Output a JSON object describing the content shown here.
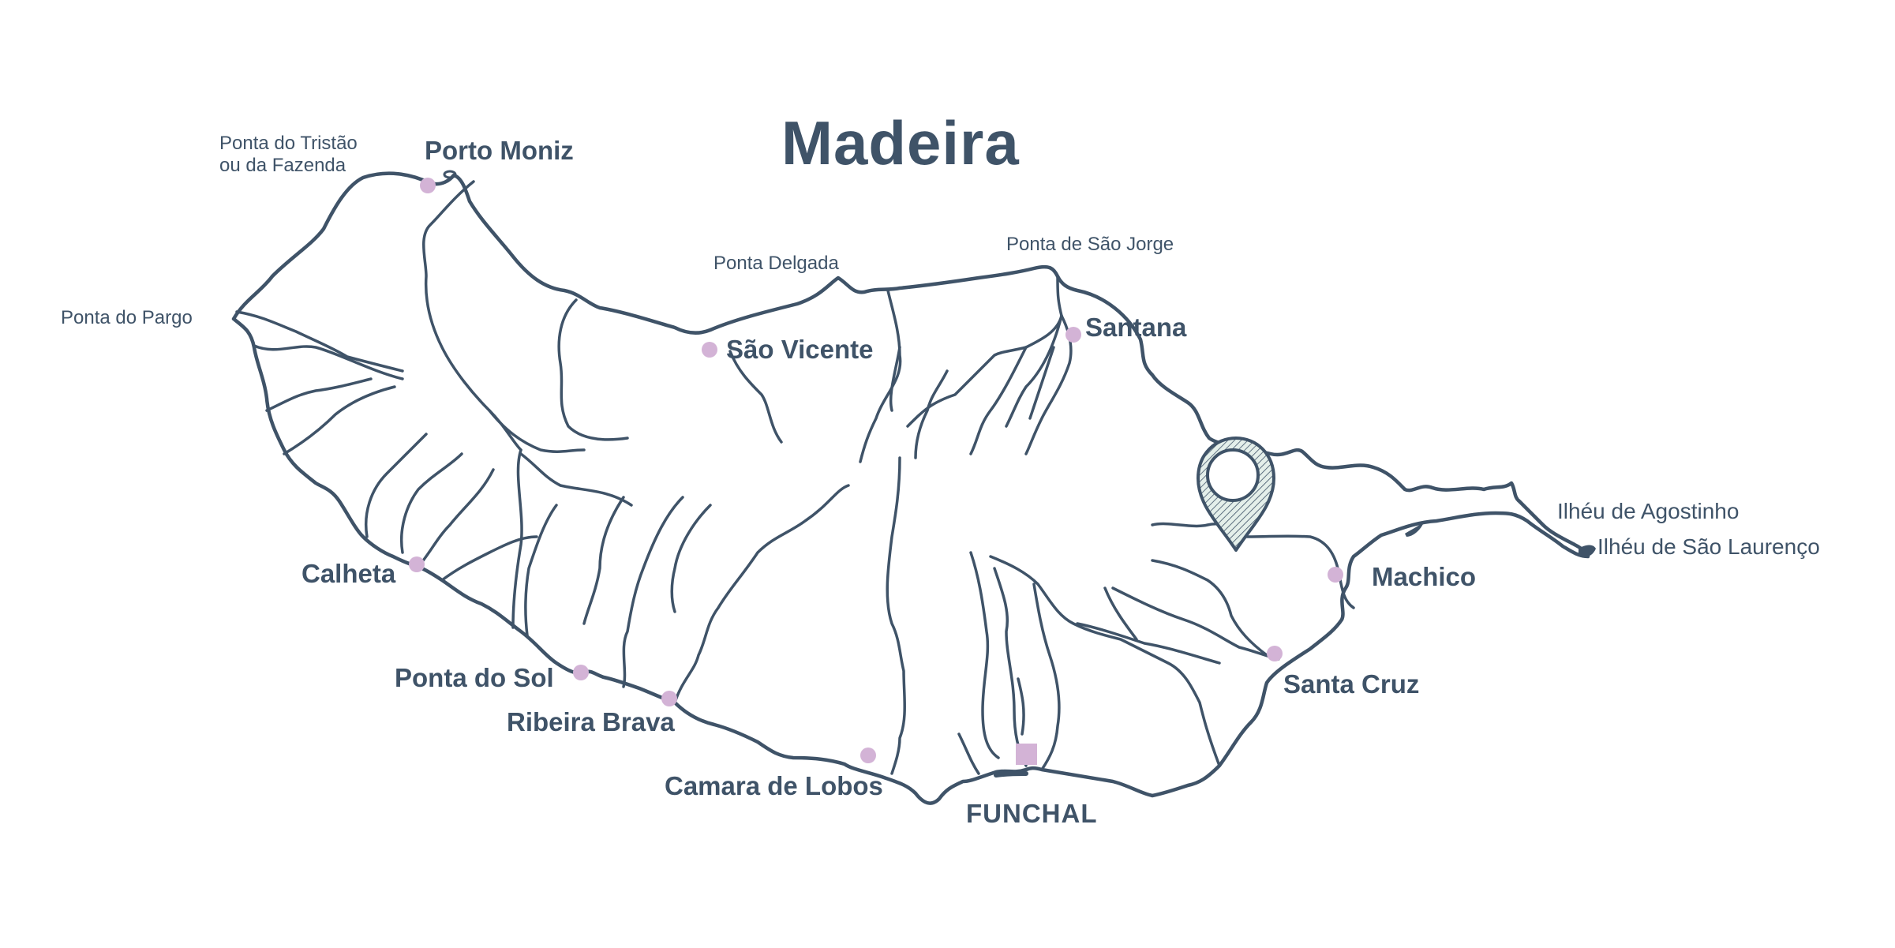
{
  "map": {
    "title": "Madeira",
    "colors": {
      "line": "#3f5368",
      "marker": "#d3b3d6",
      "background": "#ffffff",
      "pin_fill": "#e4efea"
    },
    "towns": [
      {
        "id": "porto-moniz",
        "label": "Porto Moniz"
      },
      {
        "id": "sao-vicente",
        "label": "São Vicente"
      },
      {
        "id": "santana",
        "label": "Santana"
      },
      {
        "id": "calheta",
        "label": "Calheta"
      },
      {
        "id": "ponta-do-sol",
        "label": "Ponta do Sol"
      },
      {
        "id": "ribeira-brava",
        "label": "Ribeira Brava"
      },
      {
        "id": "camara-de-lobos",
        "label": "Camara de Lobos"
      },
      {
        "id": "machico",
        "label": "Machico"
      },
      {
        "id": "santa-cruz",
        "label": "Santa Cruz"
      }
    ],
    "capital": {
      "id": "funchal",
      "label": "FUNCHAL"
    },
    "points": [
      {
        "id": "ponta-do-tristao",
        "line1": "Ponta do Tristão",
        "line2": "ou da Fazenda"
      },
      {
        "id": "ponta-do-pargo",
        "label": "Ponta do Pargo"
      },
      {
        "id": "ponta-delgada",
        "label": "Ponta Delgada"
      },
      {
        "id": "ponta-de-sao-jorge",
        "label": "Ponta de São Jorge"
      }
    ],
    "islets": [
      {
        "id": "ilheu-de-agostinho",
        "label": "Ilhéu de Agostinho"
      },
      {
        "id": "ilheu-de-sao-laurenco",
        "label": "Ilhéu de São Laurenço"
      }
    ],
    "pin_icon": "map-pin-icon"
  }
}
